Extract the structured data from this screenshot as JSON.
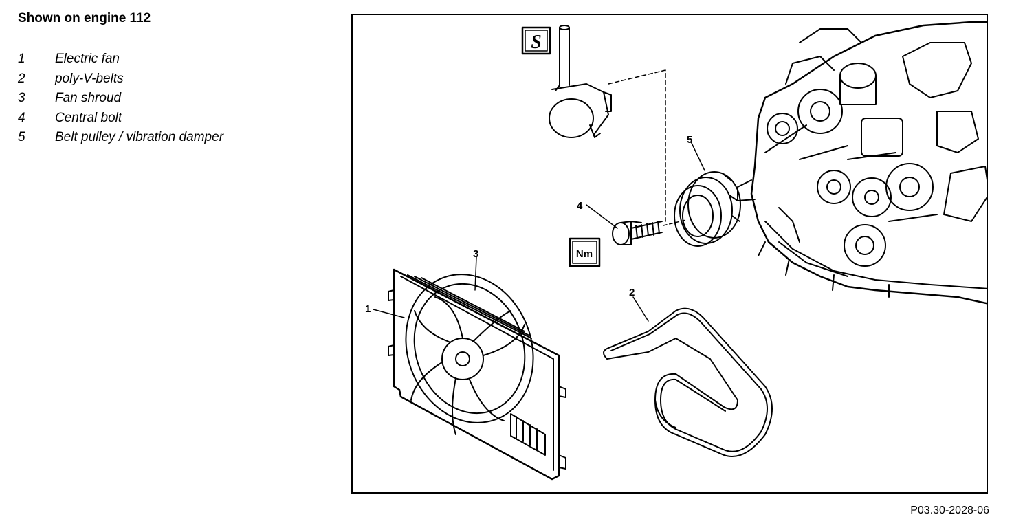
{
  "header": {
    "title": "Shown on engine 112"
  },
  "legend": [
    {
      "num": "1",
      "label": "Electric fan"
    },
    {
      "num": "2",
      "label": "poly-V-belts"
    },
    {
      "num": "3",
      "label": "Fan shroud"
    },
    {
      "num": "4",
      "label": "Central bolt"
    },
    {
      "num": "5",
      "label": "Belt pulley / vibration damper"
    }
  ],
  "diagram": {
    "callouts": [
      "1",
      "2",
      "3",
      "4",
      "5"
    ],
    "tool_symbol": "S",
    "torque_symbol": "Nm"
  },
  "footer": {
    "figure_code": "P03.30-2028-06"
  }
}
